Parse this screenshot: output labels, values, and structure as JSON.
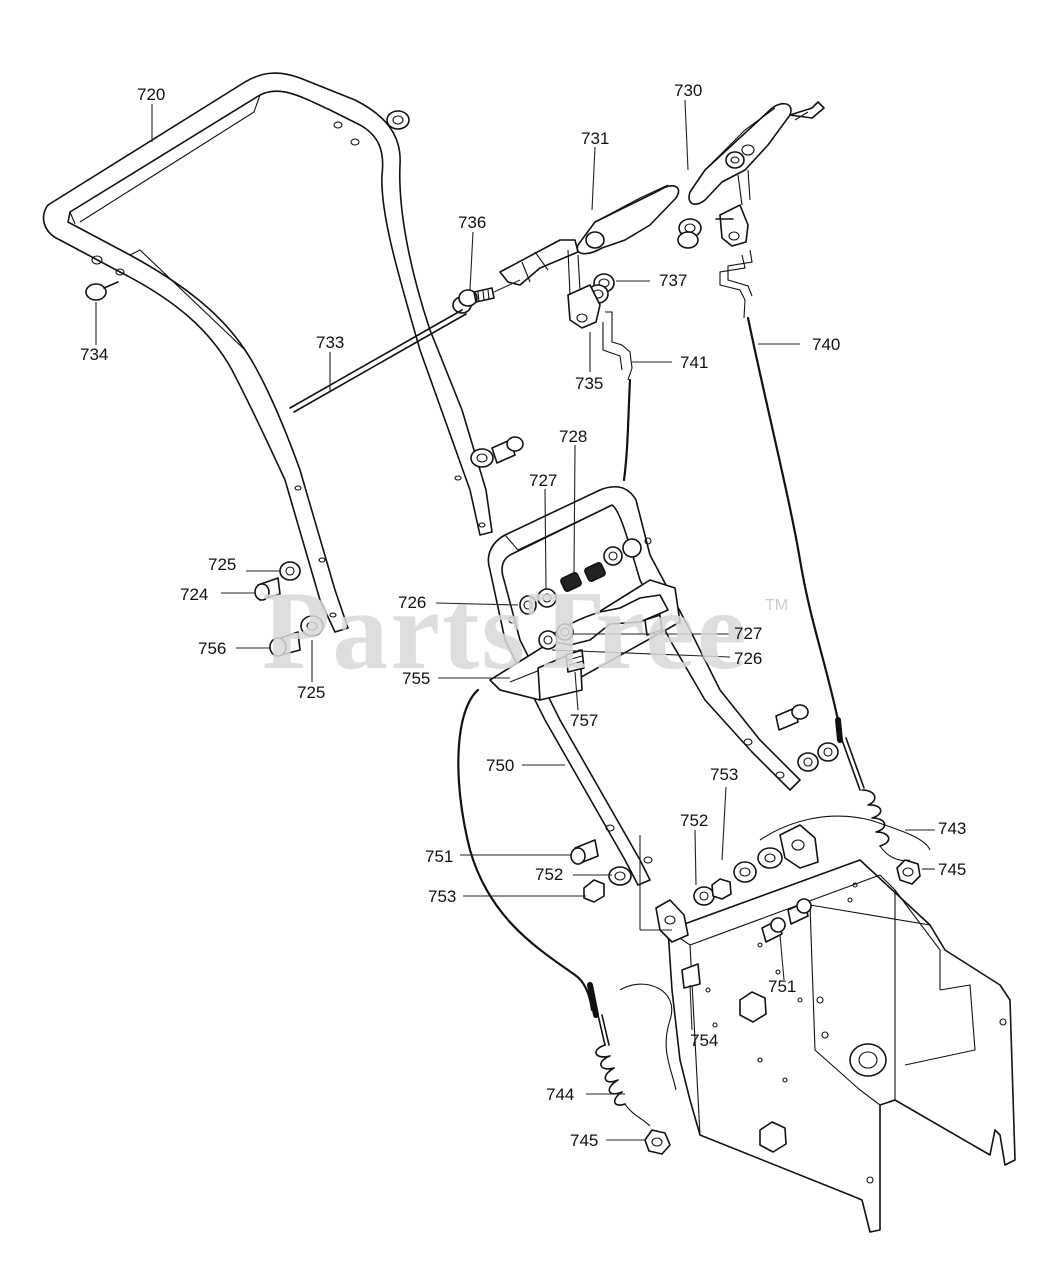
{
  "diagram": {
    "watermark": "PartsTree",
    "trademark": "TM",
    "callouts": {
      "c720": "720",
      "c730": "730",
      "c731": "731",
      "c736": "736",
      "c737": "737",
      "c734": "734",
      "c733": "733",
      "c735": "735",
      "c741": "741",
      "c740": "740",
      "c728": "728",
      "c727a": "727",
      "c725a": "725",
      "c724": "724",
      "c726a": "726",
      "c727b": "727",
      "c726b": "726",
      "c756": "756",
      "c725b": "725",
      "c755": "755",
      "c757": "757",
      "c750": "750",
      "c753a": "753",
      "c752a": "752",
      "c743": "743",
      "c751a": "751",
      "c745a": "745",
      "c752b": "752",
      "c753b": "753",
      "c751b": "751",
      "c754": "754",
      "c744": "744",
      "c745b": "745"
    }
  }
}
